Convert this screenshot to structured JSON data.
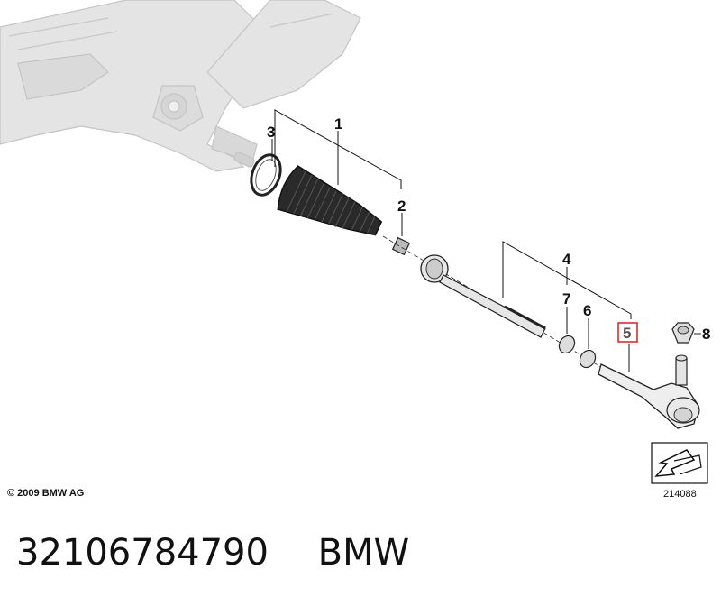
{
  "callouts": {
    "c1": "1",
    "c2": "2",
    "c3": "3",
    "c4": "4",
    "c5": "5",
    "c6": "6",
    "c7": "7",
    "c8": "8"
  },
  "copyright": "© 2009 BMW AG",
  "figure_number": "214088",
  "part_number": "32106784790",
  "brand": "BMW",
  "colors": {
    "line": "#111111",
    "ghost_part": "#cfcfcf",
    "highlight_box": "#d62020"
  }
}
